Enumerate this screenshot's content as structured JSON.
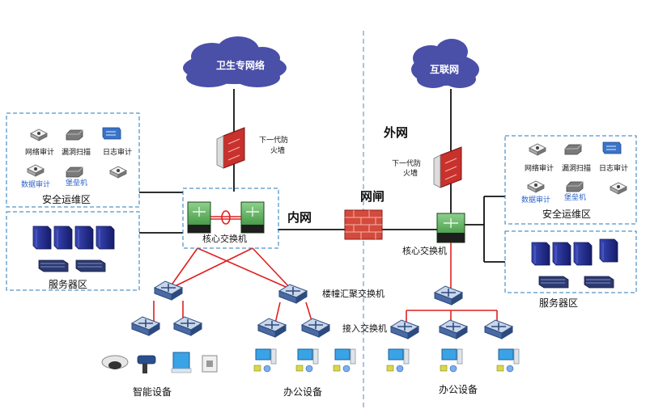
{
  "clouds": {
    "health_network": "卫生专网络",
    "internet": "互联网"
  },
  "left": {
    "firewall_label": [
      "下一代防",
      "火墙"
    ],
    "core_switch_label": "核心交换机",
    "security_zone": {
      "title": "安全运维区",
      "items": [
        "网络审计",
        "漏洞扫描",
        "日志审计",
        "数据审计",
        "堡垒机"
      ]
    },
    "server_zone": {
      "title": "服务器区"
    },
    "aggregation_label": "楼幢汇聚交换机",
    "access_label": "接入交换机",
    "smart_devices_label": "智能设备",
    "office_devices_label": "办公设备"
  },
  "middle": {
    "intranet_label": "内网",
    "gatekeeper_label": "网闸",
    "extranet_label": "外网"
  },
  "right": {
    "firewall_label": [
      "下一代防",
      "火墙"
    ],
    "core_switch_label": "核心交换机",
    "security_zone": {
      "title": "安全运维区",
      "items": [
        "网络审计",
        "漏洞扫描",
        "日志审计",
        "数据审计",
        "堡垒机"
      ]
    },
    "server_zone": {
      "title": "服务器区"
    },
    "office_devices_label": "办公设备"
  },
  "colors": {
    "link_black": "#111111",
    "link_red": "#e02020",
    "cloud": "#4a4fa8",
    "firewall": "#c8312c",
    "switch_green": "#3a9a3a",
    "server_navy": "#1f2a8a",
    "zone_border": "#2a7ab8"
  }
}
